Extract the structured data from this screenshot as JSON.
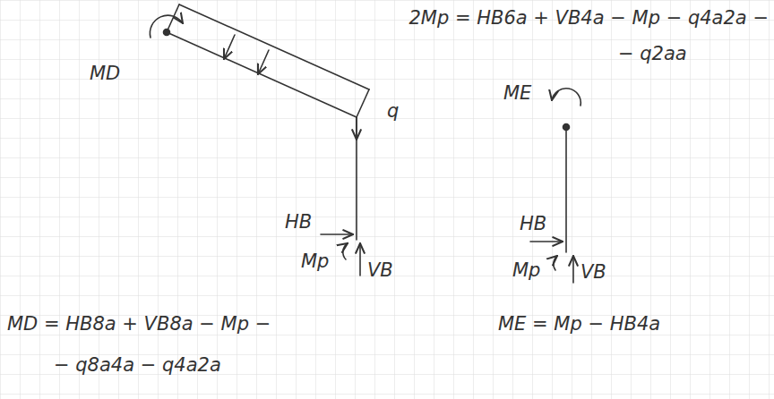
{
  "diagram": {
    "labels": [
      "2Mp = HB6a + VB4a − Mp − q4a2a −",
      "− q2aa",
      "MD",
      "q",
      "HB",
      "Mp",
      "VB",
      "MD = HB8a + VB8a − Mp −",
      "− q8a4a − q4a2a",
      "ME",
      "HB",
      "Mp",
      "VB",
      "ME = Mp − HB4a"
    ]
  }
}
